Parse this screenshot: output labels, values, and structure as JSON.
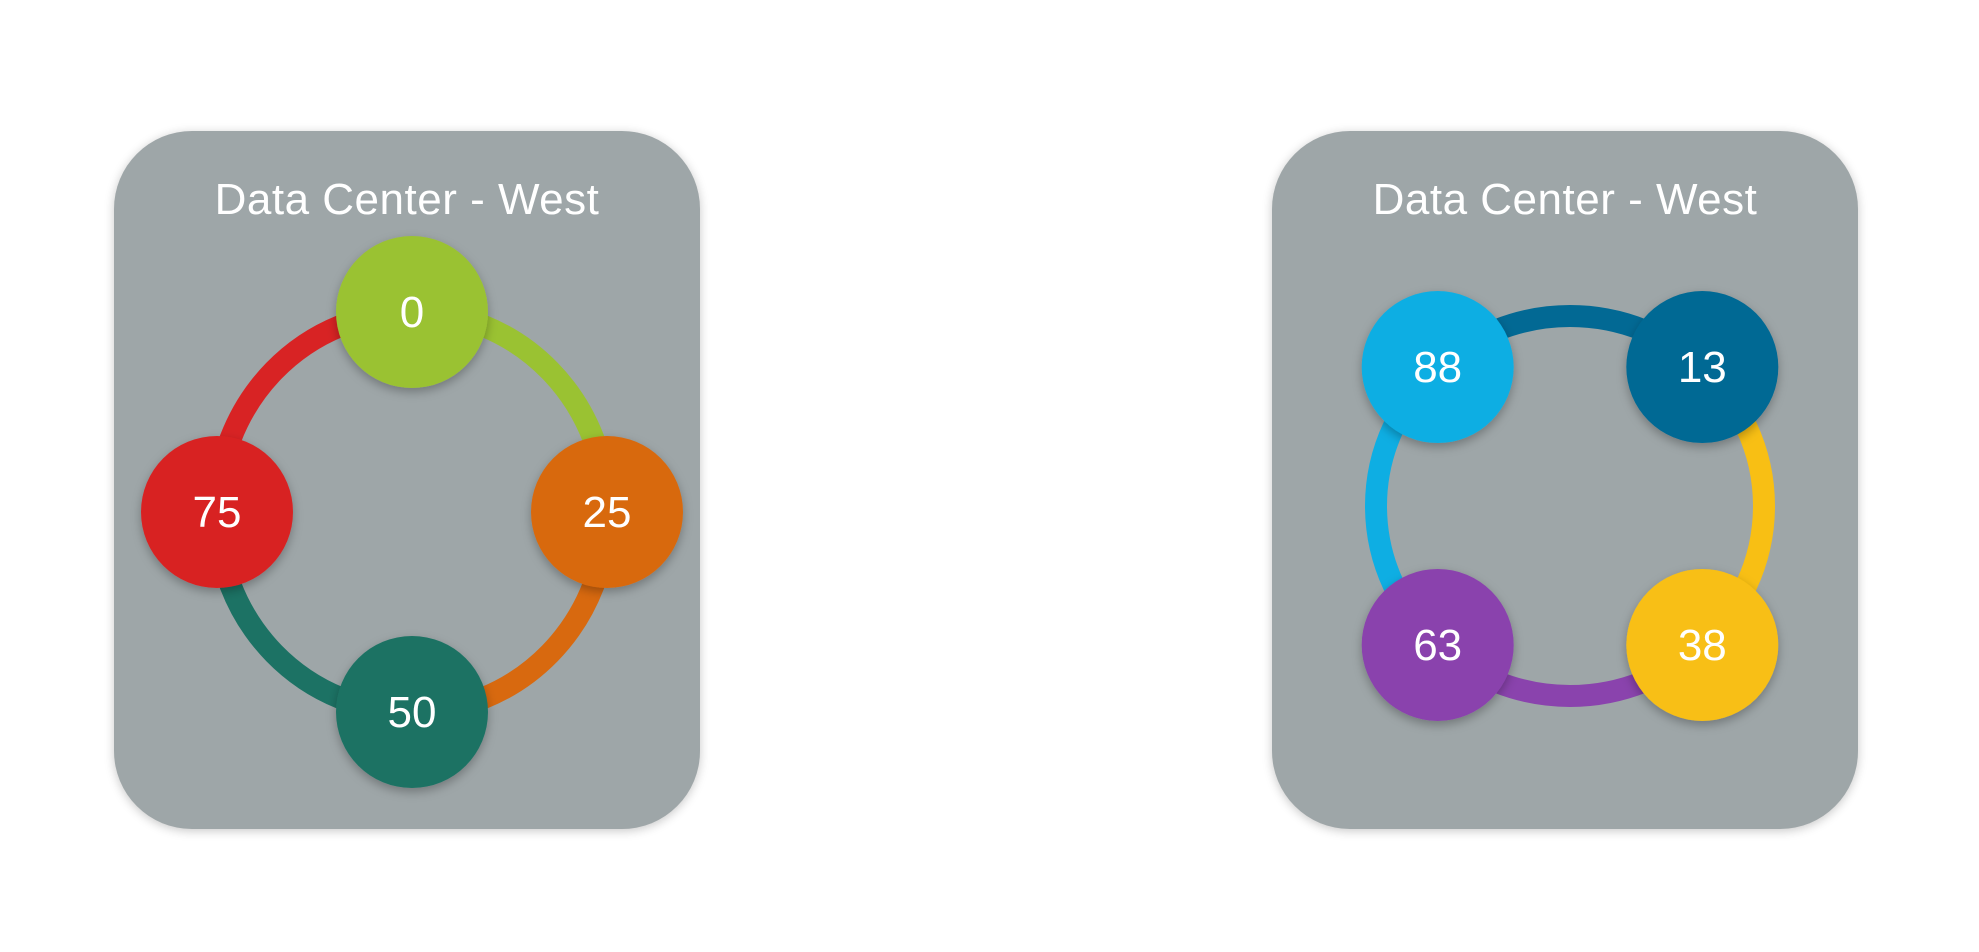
{
  "cards": [
    {
      "title": "Data Center - West",
      "nodes": [
        {
          "label": "0",
          "color": "#9ac232"
        },
        {
          "label": "25",
          "color": "#d8690f"
        },
        {
          "label": "50",
          "color": "#1c7264"
        },
        {
          "label": "75",
          "color": "#d82324"
        }
      ]
    },
    {
      "title": "Data Center - West",
      "nodes": [
        {
          "label": "88",
          "color": "#0eaee3"
        },
        {
          "label": "13",
          "color": "#026994"
        },
        {
          "label": "38",
          "color": "#f8bf14"
        },
        {
          "label": "63",
          "color": "#8a43ad"
        }
      ]
    }
  ]
}
